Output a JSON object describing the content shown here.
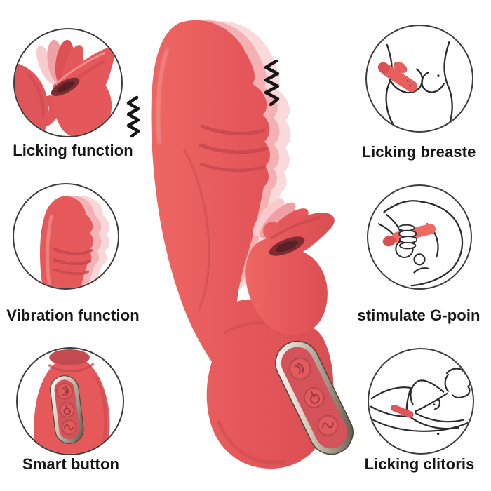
{
  "page": {
    "background_color": "#ffffff"
  },
  "product": {
    "description": "coral rose rabbit vibrator with licking tongue shown with motion blur ghosting",
    "body_color": "#e65a5b",
    "motion_ghost_color": "#f3b1b4",
    "motion_ghost_light_color": "#fad9da",
    "panel_button_count": 3,
    "panel_button_icons": [
      "signal-icon",
      "power-icon",
      "wave-icon"
    ],
    "vibration_marks": [
      "zigzag-left-of-shaft",
      "zigzag-right-of-head"
    ]
  },
  "features": [
    {
      "id": "licking-function",
      "label": "Licking function",
      "side": "left",
      "illustration": "tongue-rose-closeup"
    },
    {
      "id": "vibration-function",
      "label": "Vibration function",
      "side": "left",
      "illustration": "shaft-tip-motion-closeup"
    },
    {
      "id": "smart-button",
      "label": "Smart button",
      "side": "left",
      "illustration": "control-buttons-closeup"
    },
    {
      "id": "licking-breaste",
      "label": "Licking breaste",
      "side": "right",
      "illustration": "breast-line-drawing"
    },
    {
      "id": "stimulate-g-poin",
      "label": "stimulate G-poin",
      "side": "right",
      "illustration": "g-spot-line-drawing"
    },
    {
      "id": "licking-clitoris",
      "label": "Licking clitoris",
      "side": "right",
      "illustration": "reclining-woman-line-drawing"
    }
  ]
}
